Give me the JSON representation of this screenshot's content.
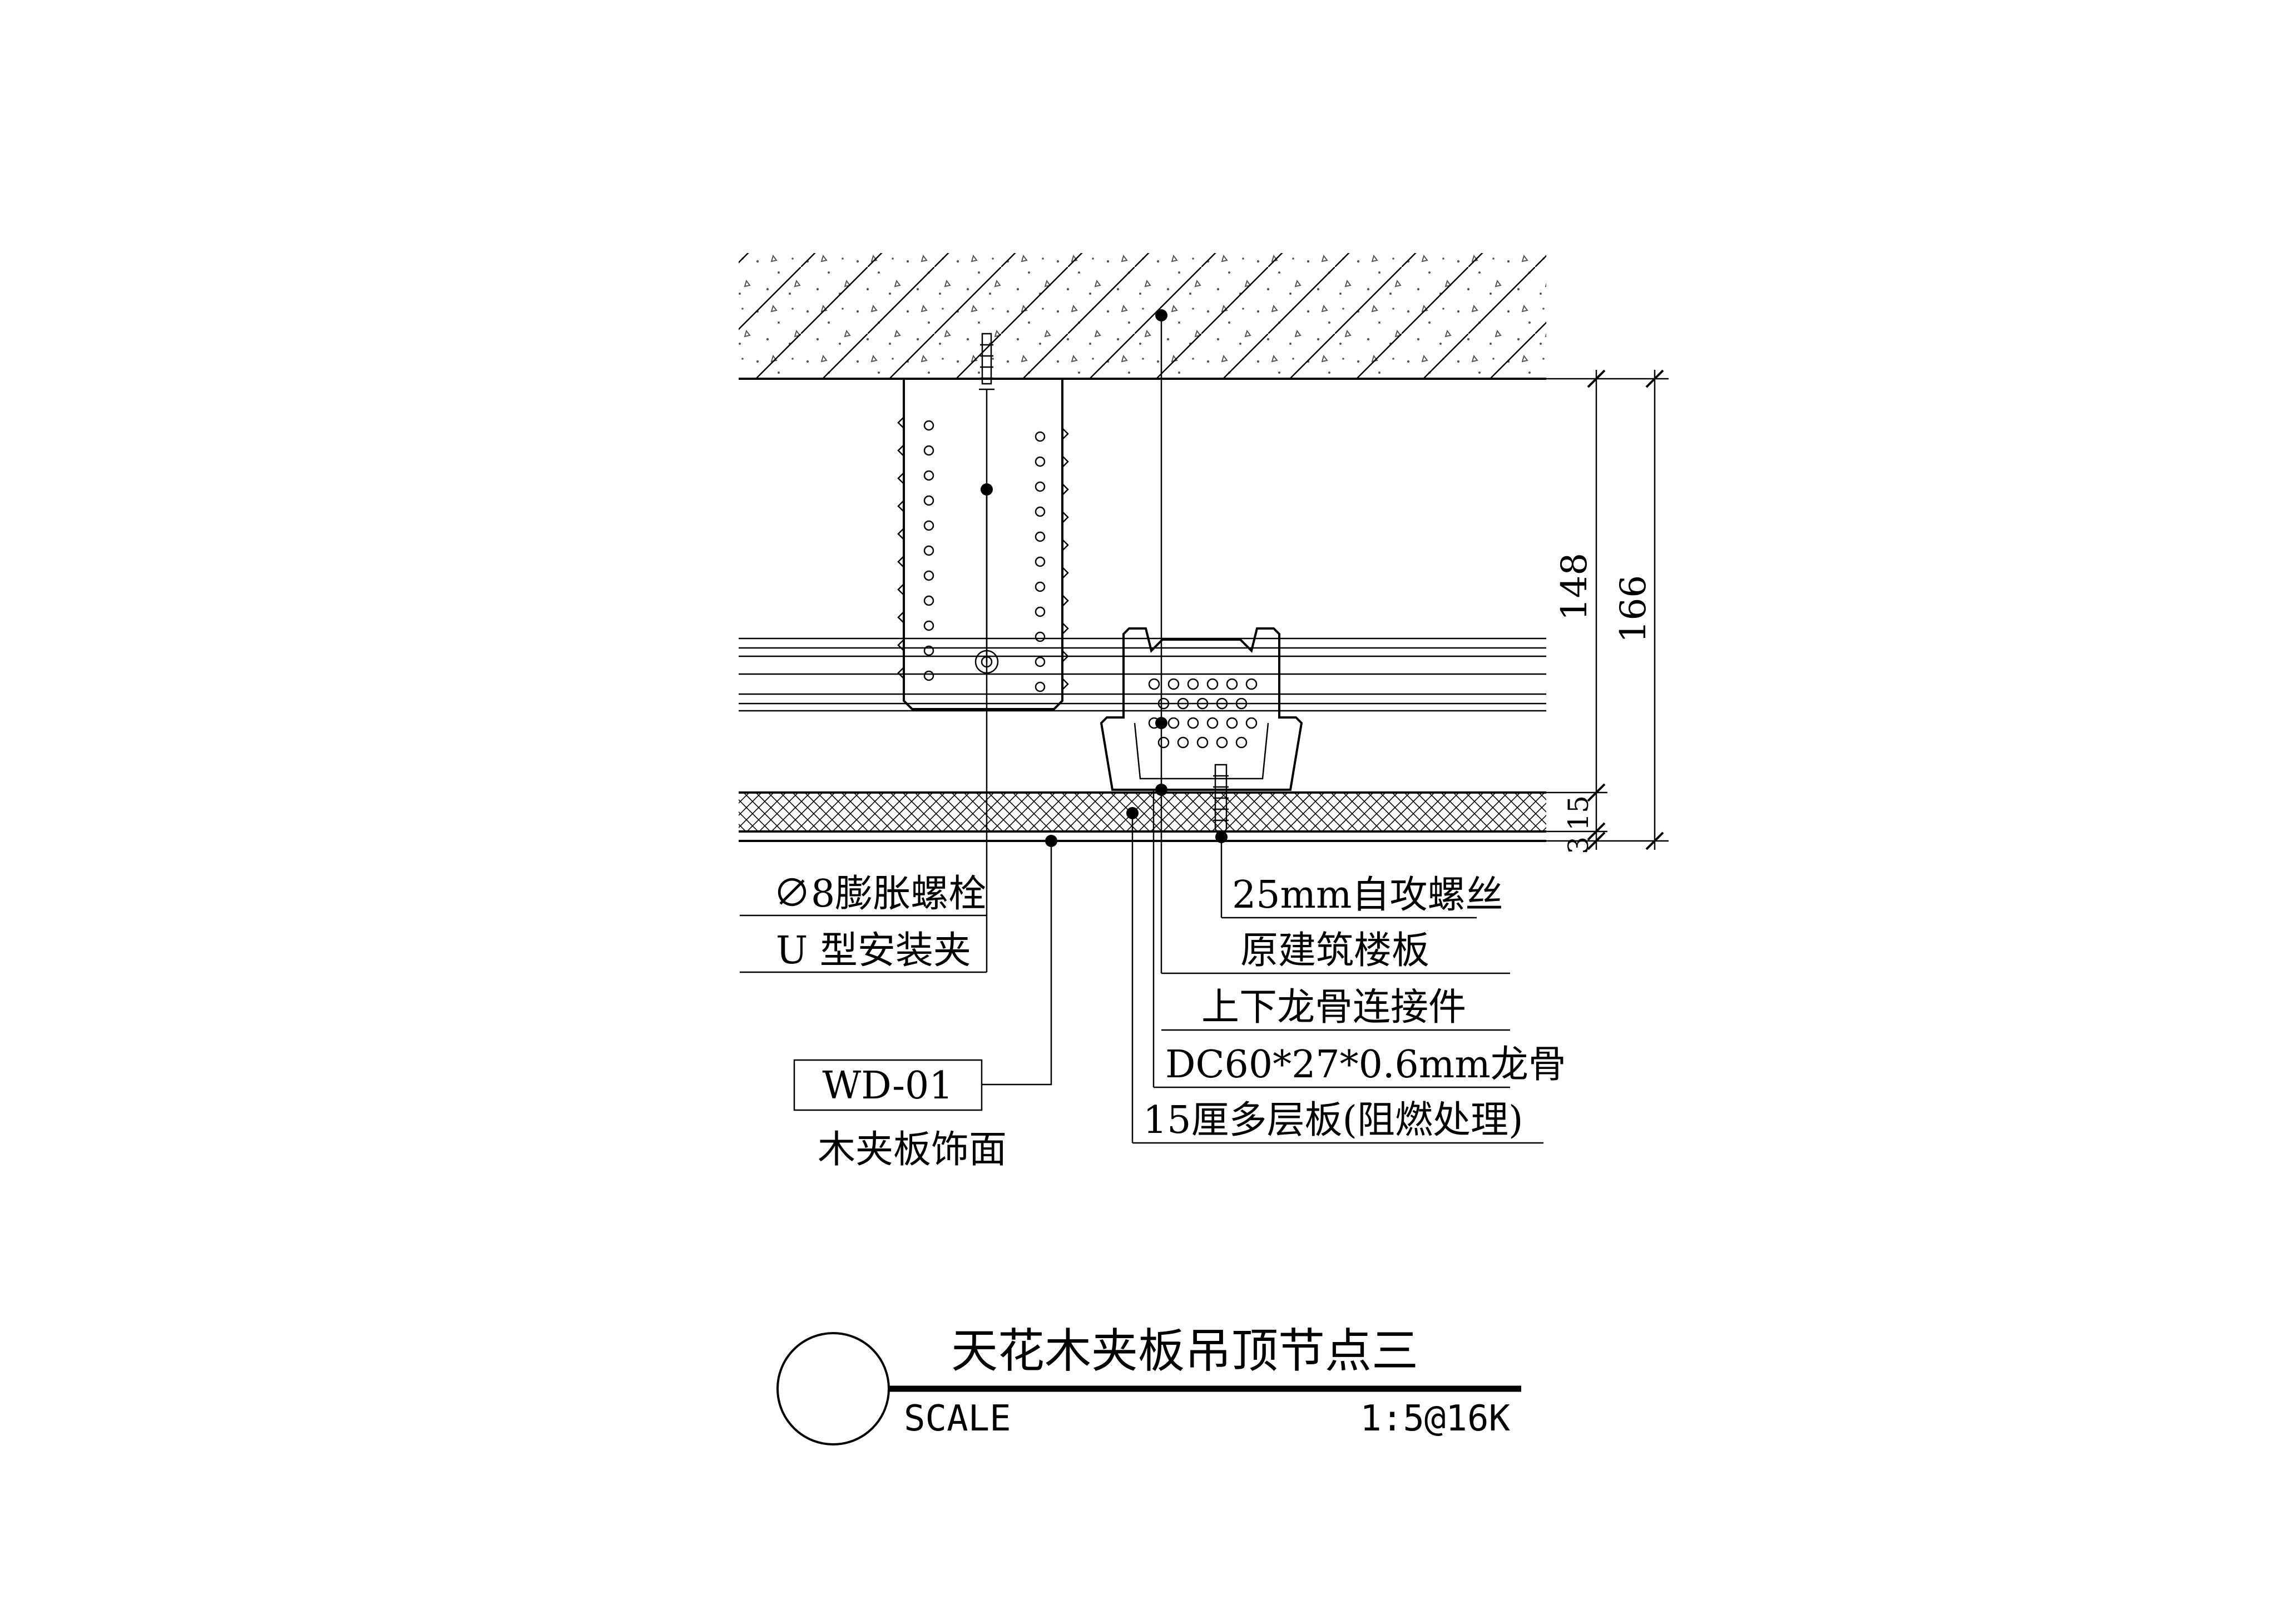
{
  "callouts": {
    "anchor_bolt": "∅8膨胀螺栓",
    "u_clip": "U  型安装夹",
    "material_code": "WD-01",
    "finish": "木夹板饰面",
    "self_tapping_screw": "25mm自攻螺丝",
    "structural_slab": "原建筑楼板",
    "keel_connector": "上下龙骨连接件",
    "keel": "DC60*27*0.6mm龙骨",
    "plywood": "15厘多层板(阻燃处理)"
  },
  "dimensions": {
    "inner_height": "148",
    "outer_height": "166",
    "board_a": "3",
    "board_b": "15"
  },
  "title_block": {
    "title": "天花木夹板吊顶节点三",
    "scale_label": "SCALE",
    "scale_value": "1:5@16K"
  }
}
